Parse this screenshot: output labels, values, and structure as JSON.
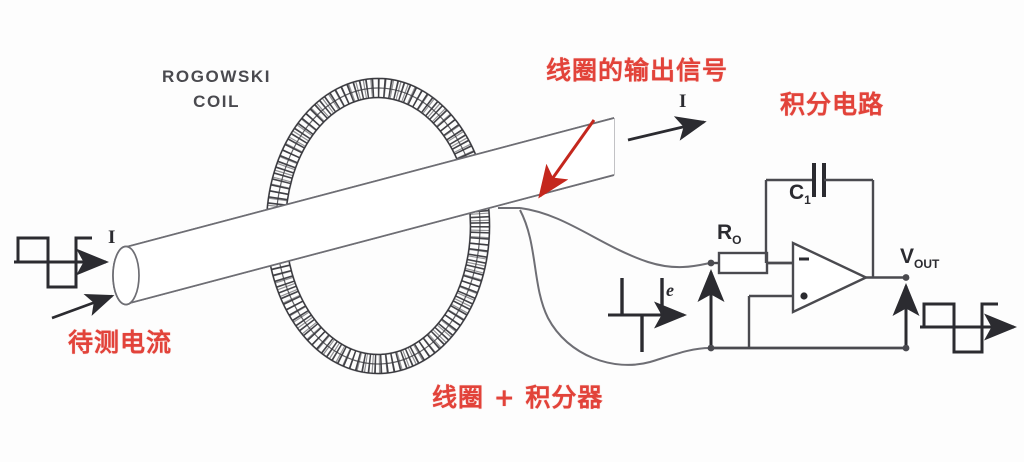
{
  "figure": {
    "title_implicit": "Rogowski coil current measurement with integrator circuit",
    "background_color": "#fdfdfd",
    "annotation_color": "#e2433a",
    "line_color": "#4a4a4f"
  },
  "labels": {
    "coil_name_line1": "ROGOWSKI",
    "coil_name_line2": "COIL",
    "coil_output_signal": "线圈的输出信号",
    "integrator_circuit": "积分电路",
    "measured_current": "待测电流",
    "coil_plus_integrator": "线圈 + 积分器"
  },
  "symbols": {
    "current_input": "I",
    "current_conductor": "I",
    "coil_emf": "e",
    "resistor": "R",
    "resistor_sub": "O",
    "capacitor": "C",
    "capacitor_sub": "1",
    "output_voltage": "V",
    "output_voltage_sub": "OUT",
    "opamp_inverting": "−",
    "opamp_noninverting": "+"
  },
  "components": {
    "conductor": "current-carrying-cylindrical-conductor",
    "coil": "toroidal-rogowski-coil-winding",
    "leads": "twisted-pair-coil-leads",
    "resistor_ro": "series-input-resistor",
    "capacitor_c1": "feedback-integrating-capacitor",
    "opamp": "operational-amplifier",
    "ground_rail": "common-ground-rail"
  },
  "waveforms": {
    "input": {
      "name": "input-square-wave",
      "type": "square",
      "description": "bipolar square wave representing measured current I"
    },
    "coil_emf": {
      "name": "coil-emf-impulse-wave",
      "type": "impulse",
      "description": "differentiated impulse spikes produced by the coil"
    },
    "output": {
      "name": "output-square-wave",
      "type": "square",
      "description": "reconstructed square wave at V_OUT after integration"
    }
  }
}
